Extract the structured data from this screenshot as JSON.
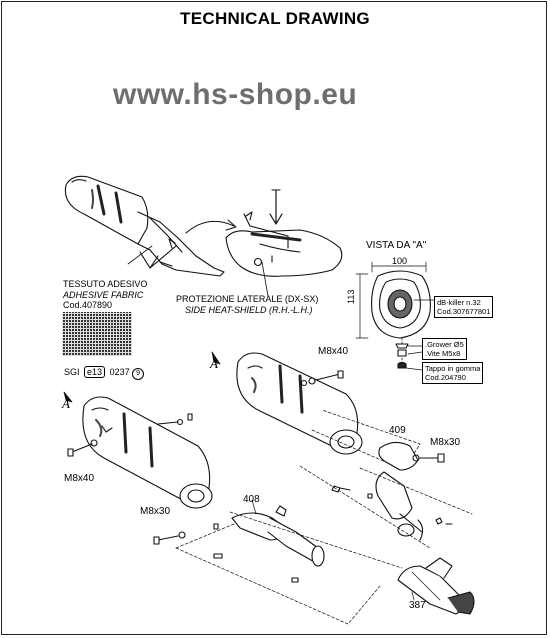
{
  "title": "TECHNICAL DRAWING",
  "watermark": "www.hs-shop.eu",
  "fabric": {
    "line1": "TESSUTO ADESIVO",
    "line2": "ADHESIVE FABRIC",
    "code": "Cod.407890"
  },
  "shield": {
    "line1": "PROTEZIONE LATERALE (DX-SX)",
    "line2": "SIDE HEAT-SHIELD (R.H.-L.H.)"
  },
  "view": {
    "title": "VISTA DA \"A\"",
    "width_dim": "100",
    "height_dim": "113"
  },
  "callouts": {
    "db_killer": [
      "dB-killer n.32",
      "Cod.307677801"
    ],
    "grower": [
      ".Grower Ø5",
      ".Vite M5x8"
    ],
    "tappo": [
      "Tappo in gomma",
      "Cod.204790"
    ]
  },
  "homologation": {
    "prefix": "SGI",
    "mark": "e13",
    "number": "0237",
    "circle": "9"
  },
  "view_marker": "A",
  "fasteners": {
    "m8x40_right": "M8x40",
    "m8x40_left": "M8x40",
    "m8x30_right": "M8x30",
    "m8x30_left": "M8x30"
  },
  "parts": {
    "p408": "408",
    "p409": "409",
    "p387": "387"
  }
}
